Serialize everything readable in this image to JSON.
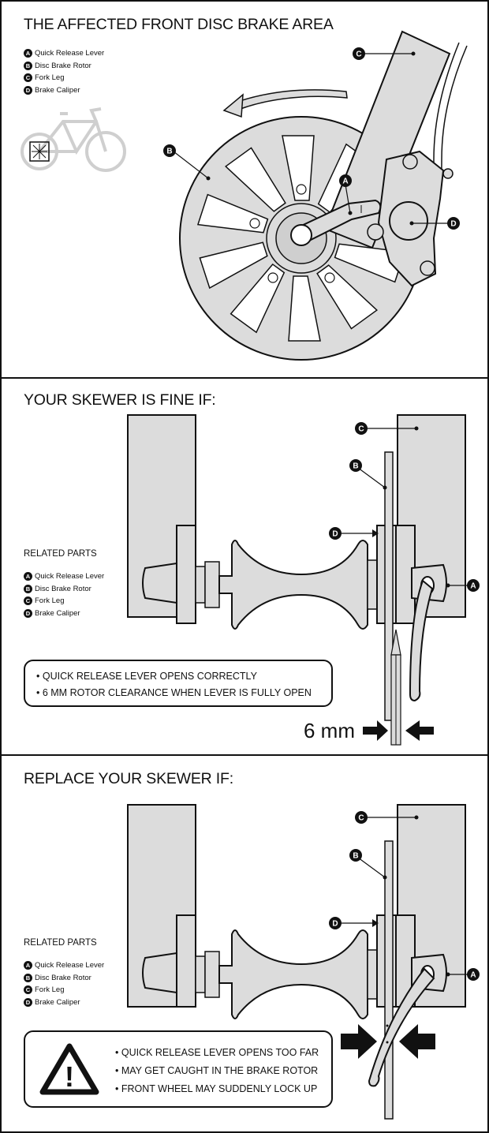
{
  "panels": {
    "overview": {
      "title": "THE AFFECTED FRONT DISC BRAKE AREA",
      "legend": [
        {
          "letter": "A",
          "label": "Quick Release Lever"
        },
        {
          "letter": "B",
          "label": "Disc Brake Rotor"
        },
        {
          "letter": "C",
          "label": "Fork Leg"
        },
        {
          "letter": "D",
          "label": "Brake Caliper"
        }
      ]
    },
    "fine": {
      "title": "YOUR SKEWER IS FINE IF:",
      "related_title": "RELATED PARTS",
      "legend": [
        {
          "letter": "A",
          "label": "Quick Release Lever"
        },
        {
          "letter": "B",
          "label": "Disc Brake Rotor"
        },
        {
          "letter": "C",
          "label": "Fork Leg"
        },
        {
          "letter": "D",
          "label": "Brake Caliper"
        }
      ],
      "notes": [
        "• QUICK RELEASE LEVER OPENS CORRECTLY",
        "• 6 MM ROTOR CLEARANCE WHEN LEVER IS FULLY OPEN"
      ],
      "measurement": "6 mm"
    },
    "replace": {
      "title": "REPLACE YOUR SKEWER IF:",
      "related_title": "RELATED PARTS",
      "legend": [
        {
          "letter": "A",
          "label": "Quick Release Lever"
        },
        {
          "letter": "B",
          "label": "Disc Brake Rotor"
        },
        {
          "letter": "C",
          "label": "Fork Leg"
        },
        {
          "letter": "D",
          "label": "Brake Caliper"
        }
      ],
      "notes": [
        "• QUICK RELEASE LEVER OPENS TOO FAR",
        "• MAY GET CAUGHT IN THE BRAKE ROTOR",
        "• FRONT WHEEL MAY SUDDENLY LOCK UP"
      ]
    }
  },
  "callouts": {
    "a": "A",
    "b": "B",
    "c": "C",
    "d": "D"
  },
  "warning_symbol": "!",
  "icons": {
    "warning": "warning-triangle-icon",
    "bicycle": "bicycle-icon"
  },
  "colors": {
    "part_fill": "#dcdcdc",
    "line": "#111111",
    "background": "#ffffff"
  }
}
